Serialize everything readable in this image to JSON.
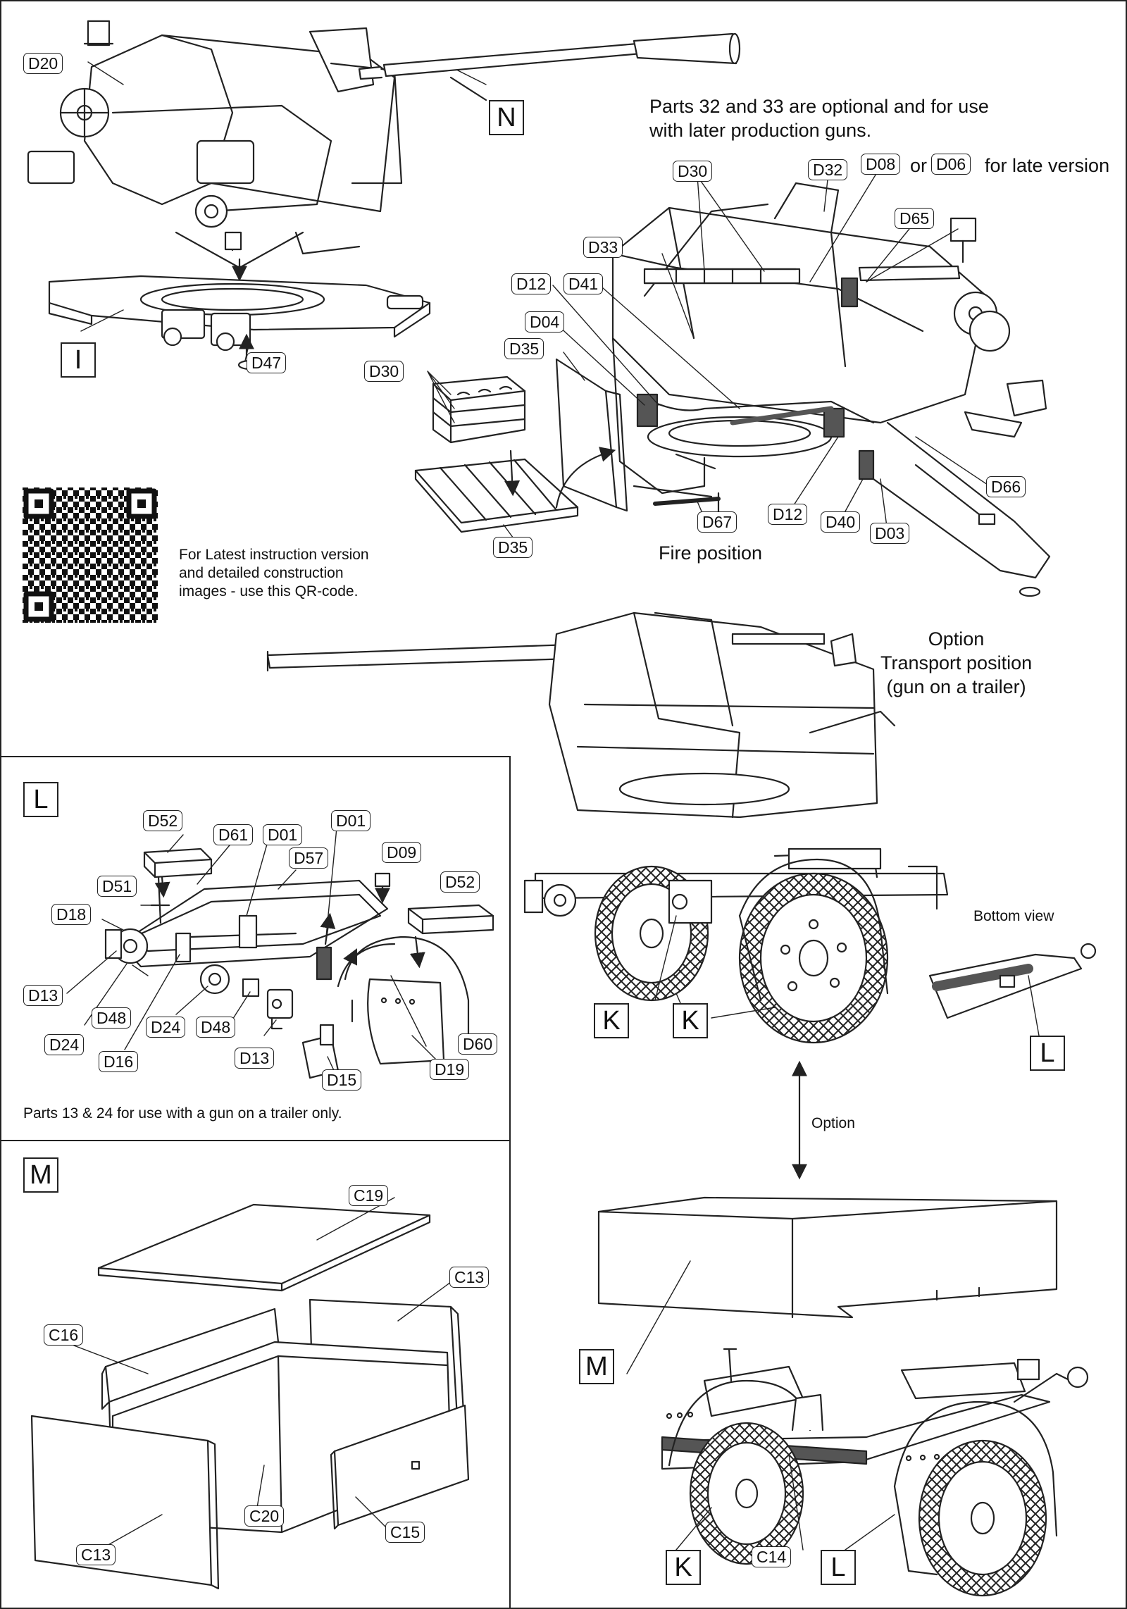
{
  "steps": {
    "N": "N",
    "I": "I",
    "L": "L",
    "M": "M",
    "K1": "K",
    "K2": "K",
    "K3": "K",
    "L_bottom": "L",
    "L_trailer": "L",
    "M_trailer": "M"
  },
  "notes": {
    "optional_parts": "Parts 32 and 33 are optional and for use\nwith later production guns.",
    "late_version_or": "or",
    "late_version": "for late version",
    "qr_text": "For Latest instruction version\nand detailed construction\nimages - use this QR-code.",
    "fire_position": "Fire position",
    "transport": "Option\nTransport position\n(gun on a trailer)",
    "bottom_view": "Bottom view",
    "trailer_only": "Parts 13 & 24 for use with a gun on a trailer only.",
    "option": "Option"
  },
  "tags": {
    "D20": "D20",
    "D47": "D47",
    "D30a": "D30",
    "D32": "D32",
    "D08": "D08",
    "D06": "D06",
    "D65": "D65",
    "D33": "D33",
    "D12a": "D12",
    "D41": "D41",
    "D04": "D04",
    "D35a": "D35",
    "D30b": "D30",
    "D35b": "D35",
    "D67": "D67",
    "D12b": "D12",
    "D40": "D40",
    "D03": "D03",
    "D66": "D66",
    "D52a": "D52",
    "D61": "D61",
    "D01a": "D01",
    "D57": "D57",
    "D01b": "D01",
    "D09": "D09",
    "D51": "D51",
    "D52b": "D52",
    "D18": "D18",
    "D13a": "D13",
    "D48a": "D48",
    "D24a": "D24",
    "D24b": "D24",
    "D16": "D16",
    "D48b": "D48",
    "D13b": "D13",
    "D15": "D15",
    "D60": "D60",
    "D19": "D19",
    "C19": "C19",
    "C13a": "C13",
    "C16": "C16",
    "C20": "C20",
    "C15": "C15",
    "C13b": "C13",
    "C14": "C14"
  },
  "colors": {
    "line": "#222222",
    "grey_part": "#555555",
    "shade": "#e6e6e6"
  }
}
